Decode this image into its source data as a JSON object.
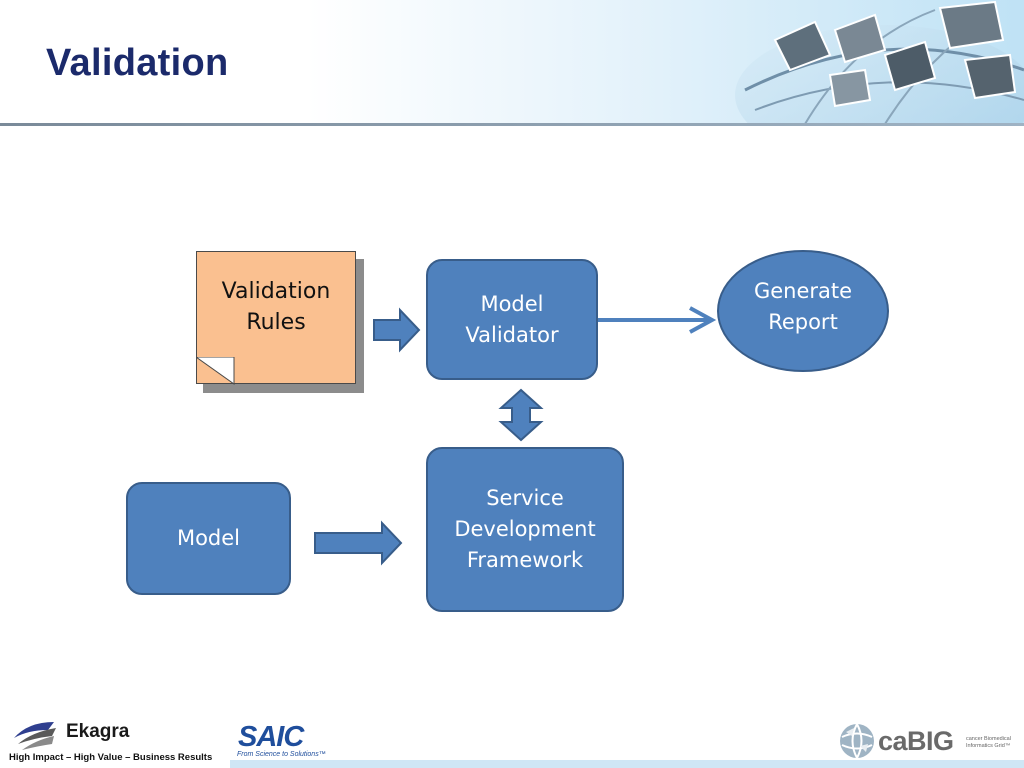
{
  "slide": {
    "title": "Validation"
  },
  "diagram": {
    "validation_rules": "Validation\nRules",
    "model_validator": "Model\nValidator",
    "generate_report": "Generate\nReport",
    "model": "Model",
    "service_framework": "Service\nDevelopment\nFramework"
  },
  "footer": {
    "ekagra_name": "Ekagra",
    "ekagra_tagline": "High Impact – High Value – Business Results",
    "saic_name": "SAIC",
    "saic_tagline": "From Science to Solutions™",
    "cabig_name": "caBIG",
    "cabig_tagline": "cancer Biomedical Informatics Grid™"
  },
  "colors": {
    "title": "#1b2a6b",
    "box_fill": "#4f81bd",
    "box_border": "#385d8a",
    "note_fill": "#fac090"
  }
}
